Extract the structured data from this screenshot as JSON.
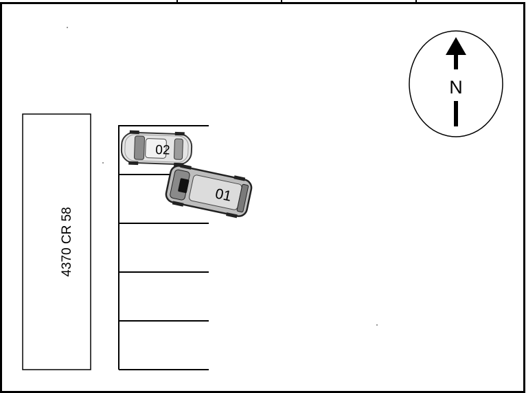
{
  "building": {
    "label": "4370 CR 58"
  },
  "compass": {
    "direction_label": "N"
  },
  "vehicles": [
    {
      "id": "02",
      "label": "02"
    },
    {
      "id": "01",
      "label": "01"
    }
  ]
}
